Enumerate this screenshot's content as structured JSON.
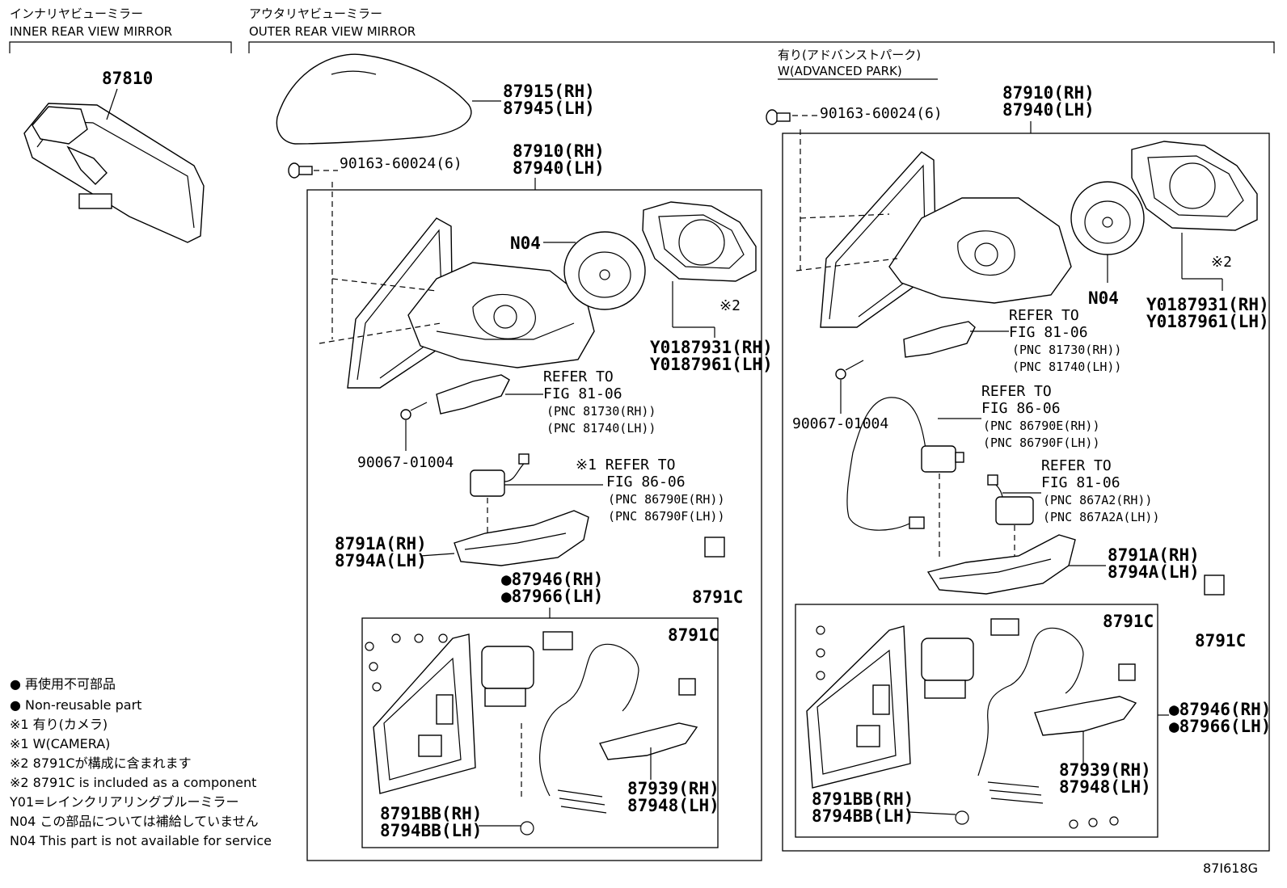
{
  "sections": {
    "inner_jp": "インナリヤビューミラー",
    "inner_en": "INNER REAR VIEW MIRROR",
    "outer_jp": "アウタリヤビューミラー",
    "outer_en": "OUTER REAR VIEW MIRROR",
    "adv_jp": "有り(アドバンストパーク)",
    "adv_en": "W(ADVANCED PARK)"
  },
  "legend": [
    "● 再使用不可部品",
    "● Non-reusable part",
    "※1 有り(カメラ)",
    "※1 W(CAMERA)",
    "※2 8791Cが構成に含まれます",
    "※2 8791C is included as a component",
    "Y01=レインクリアリングブルーミラー",
    "N04 この部品については補給していません",
    "N04 This part is not available for service"
  ],
  "figure_code": "87I618G",
  "labels": {
    "inner_mirror": "87810",
    "cover_rh": "87915(RH)",
    "cover_lh": "87945(LH)",
    "screw_l": "90163-60024(6)",
    "assy_l_rh": "87910(RH)",
    "assy_l_lh": "87940(LH)",
    "n04_l": "N04",
    "mark2_l": "※2",
    "mirror_l_rh": "Y0187931(RH)",
    "mirror_l_lh": "Y0187961(LH)",
    "ref_l1": "REFER TO",
    "ref_l1_fig": "FIG 81-06",
    "ref_l1_pnc1": "(PNC 81730(RH))",
    "ref_l1_pnc2": "(PNC 81740(LH))",
    "screw2_l": "90067-01004",
    "ref_l2": "※1 REFER TO",
    "ref_l2_fig": "FIG 86-06",
    "ref_l2_pnc1": "(PNC 86790E(RH))",
    "ref_l2_pnc2": "(PNC 86790F(LH))",
    "lamp_l_rh": "8791A(RH)",
    "lamp_l_lh": "8794A(LH)",
    "kit_l_rh": "●87946(RH)",
    "kit_l_lh": "●87966(LH)",
    "pad_l": "8791C",
    "pad_l_in": "8791C",
    "garn_l_rh": "87939(RH)",
    "garn_l_lh": "87948(LH)",
    "base_l_rh": "8791BB(RH)",
    "base_l_lh": "8794BB(LH)",
    "screw_r": "90163-60024(6)",
    "assy_r_rh": "87910(RH)",
    "assy_r_lh": "87940(LH)",
    "n04_r": "N04",
    "mark2_r": "※2",
    "mirror_r_rh": "Y0187931(RH)",
    "mirror_r_lh": "Y0187961(LH)",
    "ref_r1": "REFER TO",
    "ref_r1_fig": "FIG 81-06",
    "ref_r1_pnc1": "(PNC 81730(RH))",
    "ref_r1_pnc2": "(PNC 81740(LH))",
    "screw2_r": "90067-01004",
    "ref_r2": "REFER TO",
    "ref_r2_fig": "FIG 86-06",
    "ref_r2_pnc1": "(PNC 86790E(RH))",
    "ref_r2_pnc2": "(PNC 86790F(LH))",
    "ref_r3": "REFER TO",
    "ref_r3_fig": "FIG 81-06",
    "ref_r3_pnc1": "(PNC 867A2(RH))",
    "ref_r3_pnc2": "(PNC 867A2A(LH))",
    "lamp_r_rh": "8791A(RH)",
    "lamp_r_lh": "8794A(LH)",
    "pad_r": "8791C",
    "pad_r_in": "8791C",
    "kit_r_rh": "●87946(RH)",
    "kit_r_lh": "●87966(LH)",
    "garn_r_rh": "87939(RH)",
    "garn_r_lh": "87948(LH)",
    "base_r_rh": "8791BB(RH)",
    "base_r_lh": "8794BB(LH)"
  }
}
